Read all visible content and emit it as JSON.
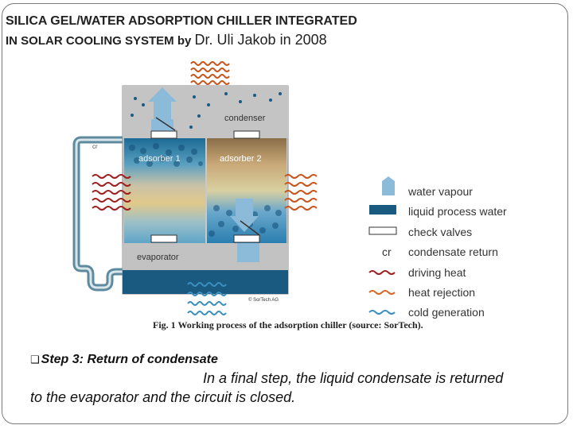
{
  "title": {
    "line1": "SILICA GEL/WATER ADSORPTION CHILLER INTEGRATED",
    "line2_prefix": "IN SOLAR COOLING SYSTEM by ",
    "line2_author": "Dr. Uli Jakob in 2008"
  },
  "diagram": {
    "labels": {
      "condenser": "condenser",
      "adsorber1": "adsorber 1",
      "adsorber2": "adsorber 2",
      "evaporator": "evaporator",
      "cr": "cr",
      "copyright": "© SorTech AG"
    },
    "caption": "Fig. 1 Working process of the adsorption chiller (source: SorTech).",
    "colors": {
      "vessel_gray": "#c8c8c8",
      "water_blue": "#1b5a80",
      "vapour_blue": "#8bbbd8",
      "heat_red": "#a42a2a",
      "heat_orange": "#d36a2a",
      "cold_blue": "#3a8fc0"
    }
  },
  "legend": [
    {
      "icon": "water-vapour-icon",
      "label": "water vapour"
    },
    {
      "icon": "liquid-process-water-icon",
      "label": "liquid process water"
    },
    {
      "icon": "check-valves-icon",
      "label": "check valves"
    },
    {
      "icon": "condensate-return-icon",
      "label": "condensate return",
      "icon_text": "cr"
    },
    {
      "icon": "driving-heat-icon",
      "label": "driving heat"
    },
    {
      "icon": "heat-rejection-icon",
      "label": "heat rejection"
    },
    {
      "icon": "cold-generation-icon",
      "label": "cold generation"
    }
  ],
  "step": {
    "heading": "Step 3: Return of condensate",
    "body_line1": "In a final step, the liquid condensate is returned",
    "body_line2": "to the evaporator and the circuit is closed."
  }
}
